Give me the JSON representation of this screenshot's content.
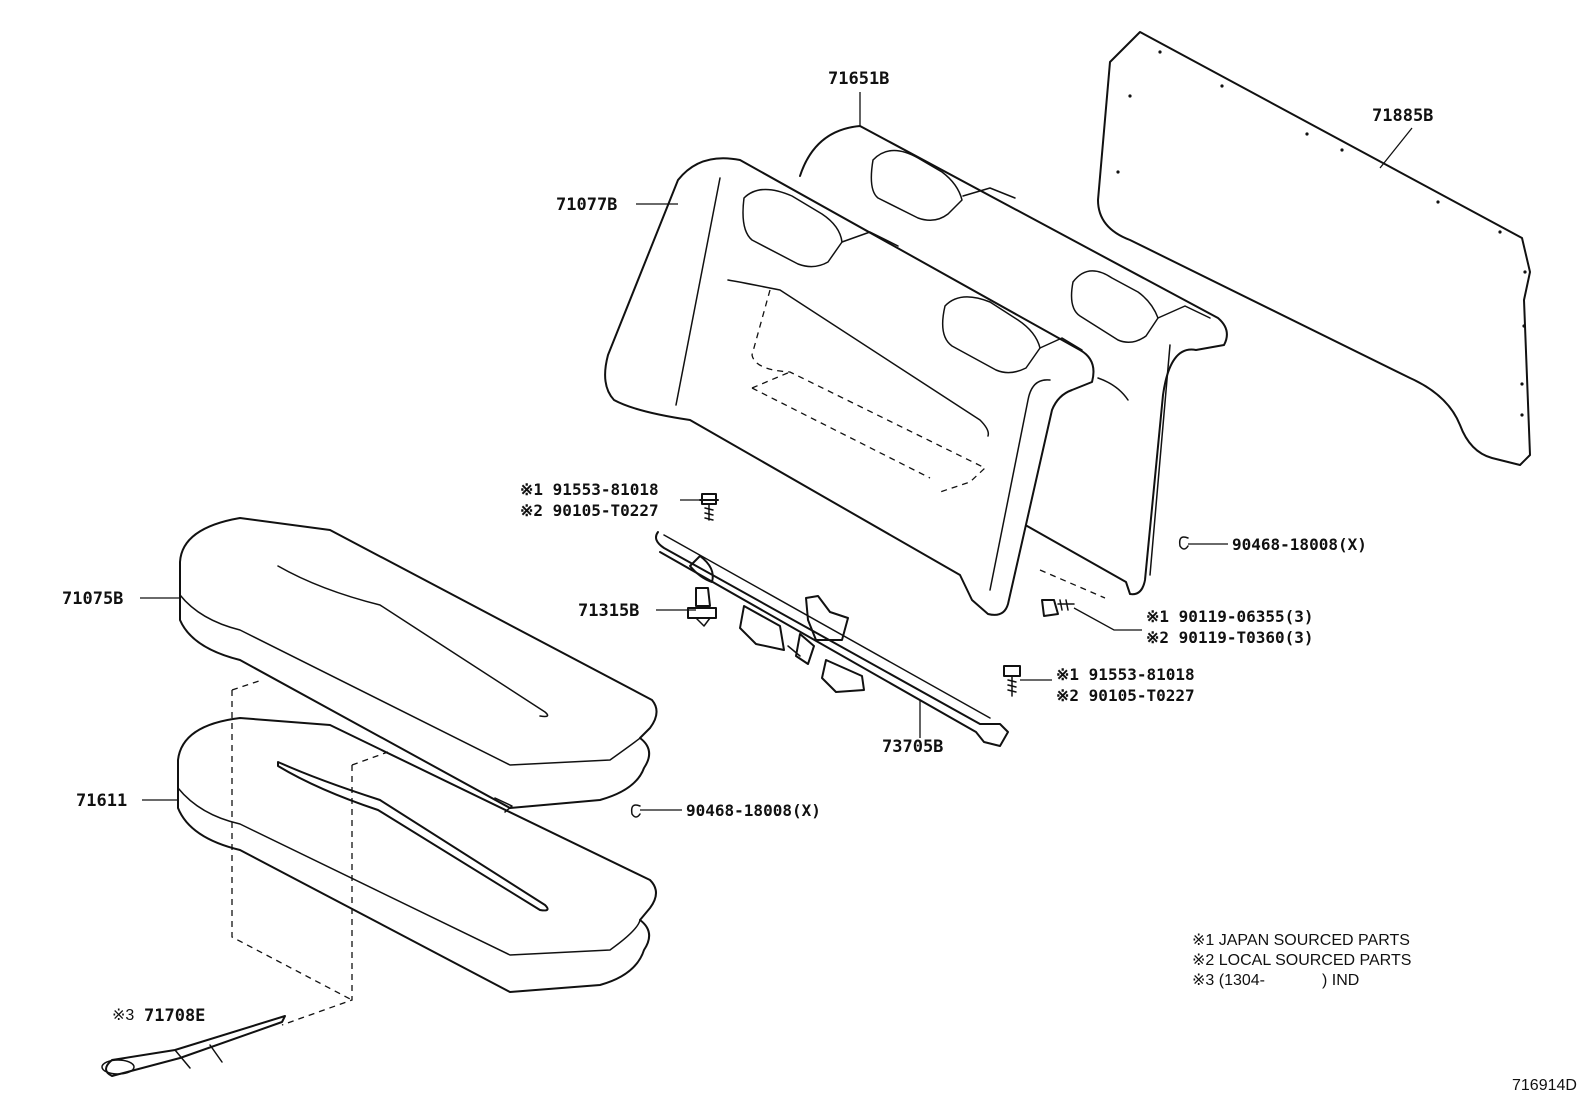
{
  "diagram_id": "716914D",
  "colors": {
    "line": "#111111",
    "background": "#ffffff"
  },
  "callouts": {
    "backrest_pad": "71651B",
    "backrest_cover": "71077B",
    "package_tray_panel": "71885B",
    "cushion_cover": "71075B",
    "cushion_pad": "71611",
    "bracket_bolt_top": {
      "line1": "※1 91553-81018",
      "line2": "※2 90105-T0227"
    },
    "bolt_71315": "71315B",
    "hog_ring_back": "90468-18008(X)",
    "back_bolt": {
      "line1": "※1 90119-06355(3)",
      "line2": "※2 90119-T0360(3)"
    },
    "bracket_bolt_right": {
      "line1": "※1 91553-81018",
      "line2": "※2 90105-T0227"
    },
    "frame_rod": "73705B",
    "hog_ring_cushion": "90468-18008(X)",
    "strap": {
      "marker": "※3",
      "code": "71708E"
    }
  },
  "legend": {
    "note1": "※1 JAPAN SOURCED PARTS",
    "note2": "※2 LOCAL SOURCED PARTS",
    "note3_prefix": "※3 (1304-",
    "note3_suffix": ") IND"
  }
}
